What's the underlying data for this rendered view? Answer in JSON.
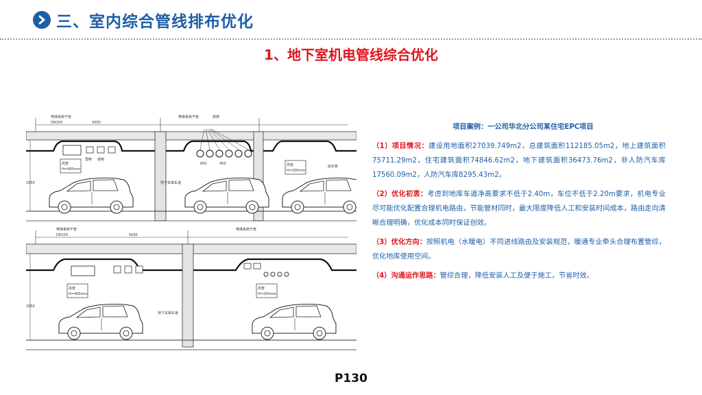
{
  "header": {
    "icon": "chevron-right-circle-icon",
    "title": "三、室内综合管线排布优化",
    "color": "#1e5ea8"
  },
  "subtitle": {
    "text": "1、地下室机电管线综合优化",
    "color": "#e0141e"
  },
  "drawing": {
    "labels": {
      "pipe_main_1": "喷淋系统干管",
      "pipe_main_2": "喷淋系统干管",
      "dn150": "DN150",
      "bridge": "桥架",
      "duct": "风管",
      "weak": "弱电",
      "strong": "强电",
      "h400": "H=400mm",
      "h200": "H=200mm",
      "lane": "地下车库车道",
      "dim_5000": "5000",
      "dim_2950": "2950",
      "dim_650": "650",
      "dim_450": "450",
      "water": "给水管"
    }
  },
  "text_panel": {
    "case_title": "项目案例：一公司华北分公司某住宅EPC项目",
    "p1_label": "（1）项目情况：",
    "p1_text": "建设用地面积27039.749m2，总建筑面积112185.05m2，地上建筑面积75711.29m2，住宅建筑面积74846.62m2，地下建筑面积36473.76m2，非人防汽车库17560.09m2，人防汽车库8295.43m2。",
    "p2_label": "（2）优化初衷：",
    "p2_text": "考虑到地库车道净高要求不低于2.40m，车位不低于2.20m要求，机电专业尽可能优化配置合理机电路由，节能管材同时，最大限度降低人工和安装时间成本，路由走向清晰合理明确，优化成本同时保证创效。",
    "p3_label": "（3）优化方向：",
    "p3_text": "按照机电（水暖电）不同进线路由及安装规范，暖通专业牵头合理布置管综，优化地库使用空间。",
    "p4_label": "（4）沟通运作思路：",
    "p4_text": "管综合理，降低安装人工及便于施工，节省时效。"
  },
  "page_number": "P130"
}
